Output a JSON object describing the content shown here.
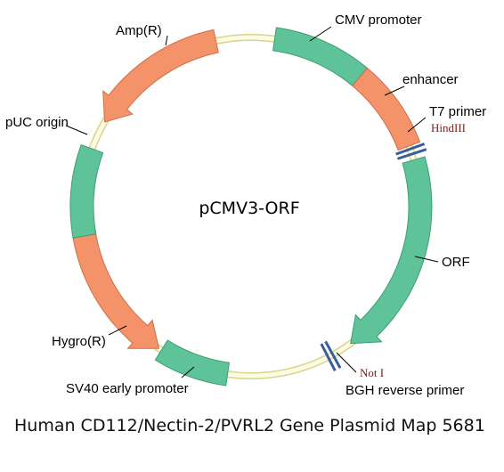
{
  "plasmid": {
    "name": "pCMV3-ORF",
    "colors": {
      "backbone_fill": "#fbfbe6",
      "backbone_stroke": "#d8d488",
      "promoter": "#5fc39a",
      "promoter_stroke": "#3d9d75",
      "gene": "#f4926a",
      "gene_stroke": "#cf6f47",
      "site_line": "#3a5e9c"
    },
    "features": [
      {
        "id": "cmv-promoter",
        "label": "CMV promoter",
        "type": "promoter",
        "start_deg": 8,
        "end_deg": 40,
        "direction": "none"
      },
      {
        "id": "enhancer",
        "label": "enhancer",
        "type": "gene",
        "start_deg": 40,
        "end_deg": 69,
        "direction": "none"
      },
      {
        "id": "orf",
        "label": "ORF",
        "type": "promoter",
        "start_deg": 74,
        "end_deg": 144,
        "direction": "cw"
      },
      {
        "id": "sv40-early-promoter",
        "label": "SV40 early promoter",
        "type": "promoter",
        "start_deg": 188,
        "end_deg": 212,
        "direction": "none"
      },
      {
        "id": "hygro",
        "label": "Hygro(R)",
        "type": "gene",
        "start_deg": 213,
        "end_deg": 262,
        "direction": "ccw"
      },
      {
        "id": "puc-origin",
        "label": "pUC origin",
        "type": "promoter",
        "start_deg": 260,
        "end_deg": 290,
        "direction": "none"
      },
      {
        "id": "amp",
        "label": "Amp(R)",
        "type": "gene",
        "start_deg": 300,
        "end_deg": 348,
        "direction": "ccw"
      }
    ],
    "sites": [
      {
        "id": "hindiii",
        "label": "HindIII",
        "primer": "T7 primer",
        "deg": 71
      },
      {
        "id": "not-i",
        "label": "Not I",
        "primer": "BGH reverse primer",
        "deg": 152
      }
    ]
  },
  "caption": "Human CD112/Nectin-2/PVRL2 Gene Plasmid Map 5681"
}
